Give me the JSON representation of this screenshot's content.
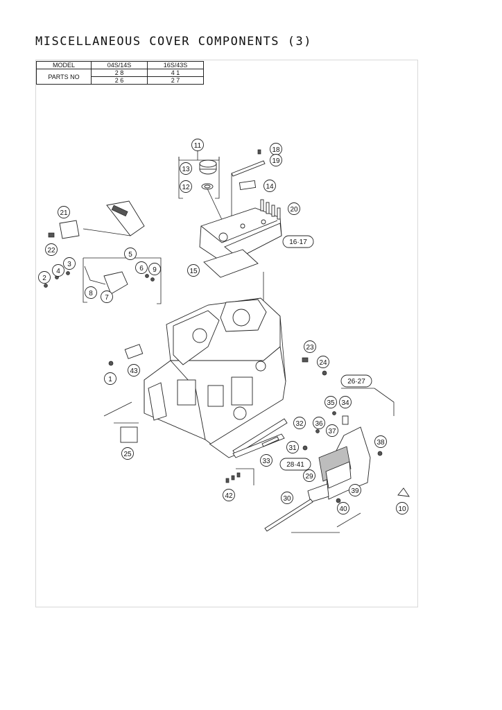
{
  "page": {
    "title": "MISCELLANEOUS COVER COMPONENTS (3)"
  },
  "model_table": {
    "col_model": "MODEL",
    "col_a": "04S/14S",
    "col_b": "16S/43S",
    "row_label": "PARTS NO",
    "r1_a": "2 8",
    "r1_b": "4 1",
    "r2_a": "2 6",
    "r2_b": "2 7"
  },
  "callouts": {
    "c1": "1",
    "c2": "2",
    "c3": "3",
    "c4": "4",
    "c5": "5",
    "c6": "6",
    "c7": "7",
    "c8": "8",
    "c9": "9",
    "c10": "10",
    "c11": "11",
    "c12": "12",
    "c13": "13",
    "c14": "14",
    "c15": "15",
    "c16_17": "16·17",
    "c18": "18",
    "c19": "19",
    "c20": "20",
    "c21": "21",
    "c22": "22",
    "c23": "23",
    "c24": "24",
    "c25": "25",
    "c26_27": "26·27",
    "c28_41": "28·41",
    "c29": "29",
    "c30": "30",
    "c31": "31",
    "c32": "32",
    "c33": "33",
    "c34": "34",
    "c35": "35",
    "c36": "36",
    "c37": "37",
    "c38": "38",
    "c39": "39",
    "c40": "40",
    "c42": "42",
    "c43": "43"
  }
}
